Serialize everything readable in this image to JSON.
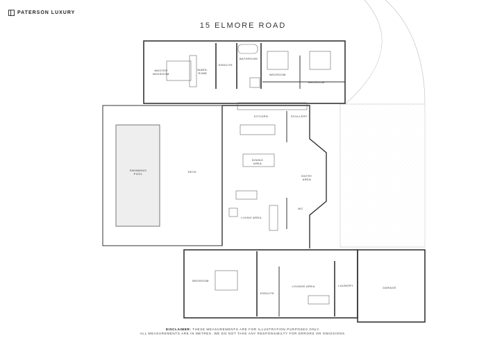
{
  "brand": {
    "name": "PATERSON LUXURY",
    "icon": "building-logo-icon"
  },
  "title": "15 ELMORE ROAD",
  "rooms": {
    "master_bedroom": [
      "MASTER",
      "BEDROOM"
    ],
    "wardrobe": [
      "WARD-",
      "ROBE"
    ],
    "ensuite_top": "ENSUITE",
    "bathroom": "BATHROOM",
    "bedroom_2": "BEDROOM",
    "bedroom_3": "BEDROOM",
    "kitchen": "KITCHEN",
    "scullery": "SCULLERY",
    "swimming_pool": [
      "SWIMMING",
      "POOL"
    ],
    "deck": "DECK",
    "dining": [
      "DINING",
      "AREA"
    ],
    "entry": [
      "ENTRY",
      "AREA"
    ],
    "wc": "WC",
    "living": "LIVING AREA",
    "bedroom_4": "BEDROOM",
    "ensuite_bottom": "ENSUITE",
    "lounge": "LOUNGE AREA",
    "laundry": "LAUNDRY",
    "garage": "GARAGE"
  },
  "disclaimer": {
    "label": "DISCLAIMER:",
    "line1": "THESE MEASUREMENTS ARE FOR ILLUSTRATION PURPOSES ONLY.",
    "line2": "ALL MEASUREMENTS ARE IN METRES. WE DO NOT TAKE ANY RESPONSIBILTY FOR ERRORS OR OMISSIONS."
  }
}
